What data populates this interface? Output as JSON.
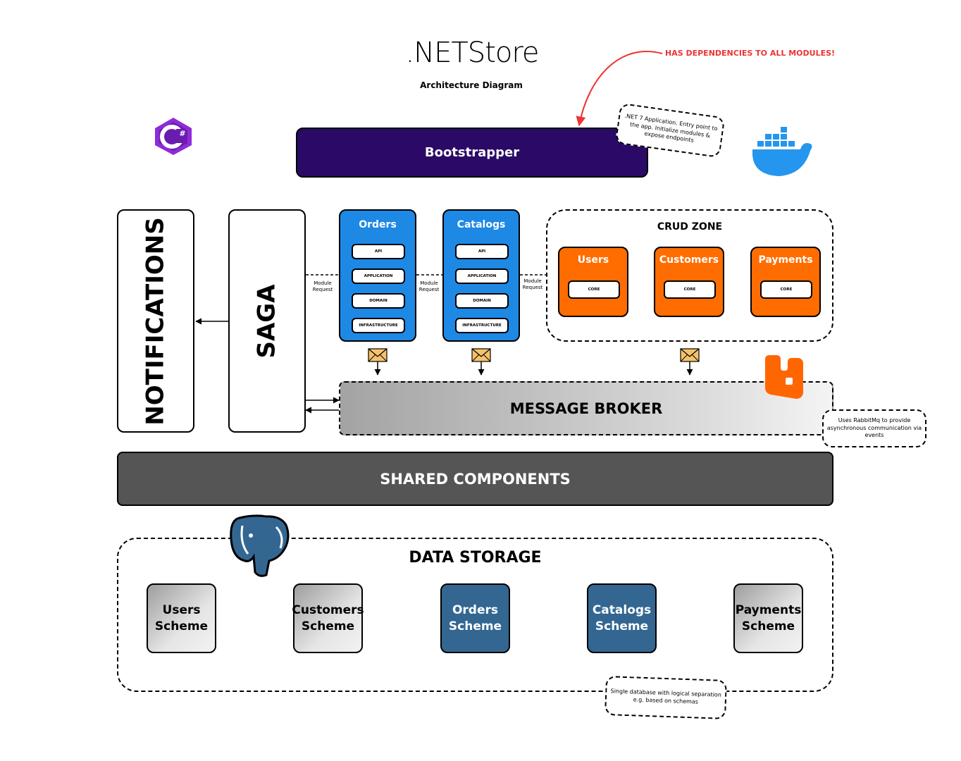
{
  "header": {
    "title": ".NETStore",
    "subtitle": "Architecture Diagram"
  },
  "annotations": {
    "dependencies_note": "HAS DEPENDENCIES TO ALL MODULES!",
    "bootstrapper_note": ".NET 7 Application. Entry point to the app. Initialize modules & expose endpoints",
    "rabbit_note": "Uses RabbitMq to provide asynchronous communication via events",
    "db_note": "Single database with logical separation e.g. based on schemas",
    "module_request": "Module Request"
  },
  "bootstrapper": {
    "label": "Bootstrapper"
  },
  "side": {
    "notifications": "NOTIFICATIONS",
    "saga": "SAGA"
  },
  "modules": {
    "orders": {
      "name": "Orders",
      "layers": [
        "API",
        "APPLICATION",
        "DOMAIN",
        "INFRASTRUCTURE"
      ]
    },
    "catalogs": {
      "name": "Catalogs",
      "layers": [
        "API",
        "APPLICATION",
        "DOMAIN",
        "INFRASTRUCTURE"
      ]
    }
  },
  "crud_zone": {
    "title": "CRUD ZONE",
    "modules": [
      {
        "name": "Users",
        "layer": "CORE"
      },
      {
        "name": "Customers",
        "layer": "CORE"
      },
      {
        "name": "Payments",
        "layer": "CORE"
      }
    ]
  },
  "message_broker": {
    "label": "MESSAGE BROKER"
  },
  "shared_components": {
    "label": "SHARED COMPONENTS"
  },
  "data_storage": {
    "title": "DATA STORAGE",
    "schemes": [
      {
        "name": "Users",
        "suffix": "Scheme"
      },
      {
        "name": "Customers",
        "suffix": "Scheme"
      },
      {
        "name": "Orders",
        "suffix": "Scheme"
      },
      {
        "name": "Catalogs",
        "suffix": "Scheme"
      },
      {
        "name": "Payments",
        "suffix": "Scheme"
      }
    ]
  },
  "logos": {
    "csharp_label": "#",
    "colors": {
      "csharp": "#8e2bd6",
      "docker": "#2496ed",
      "rabbitmq": "#ff6600",
      "postgres": "#336791",
      "bootstrapper": "#2a0a66",
      "module_blue": "#1e88e5",
      "crud_orange": "#ff6d00",
      "shared": "#555555",
      "annotation_red": "#ee3333",
      "envelope": "#f5c26b"
    }
  }
}
